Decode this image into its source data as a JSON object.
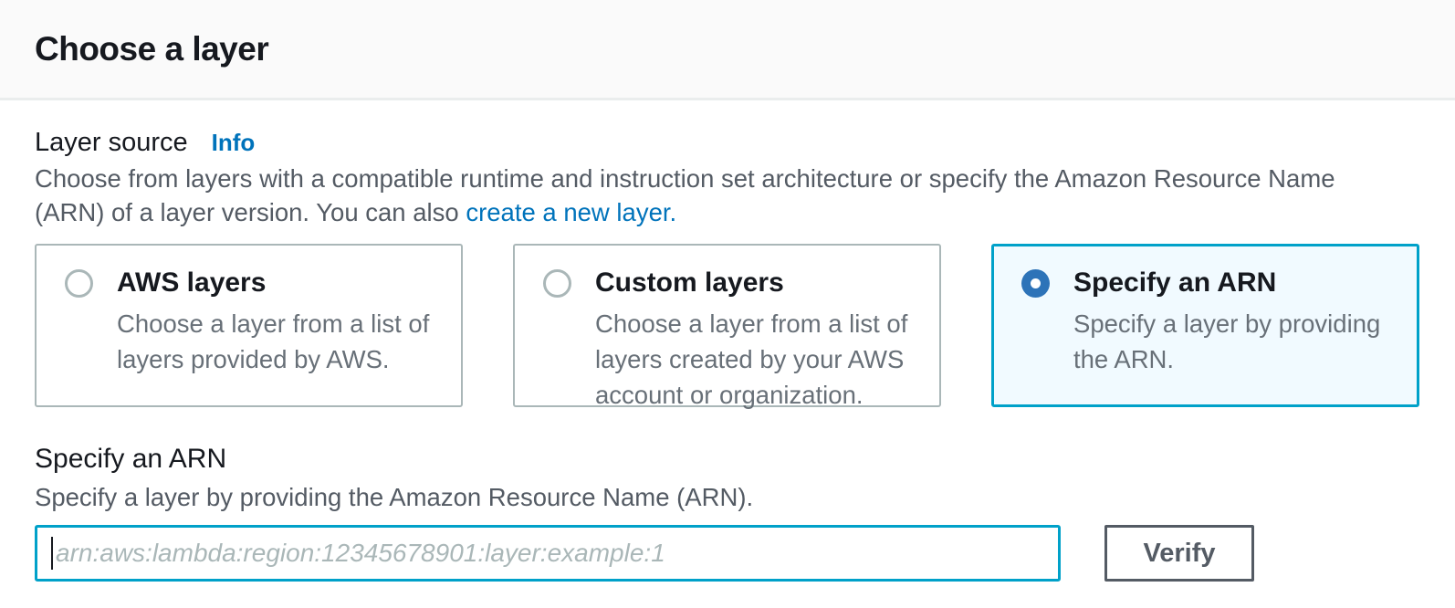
{
  "header": {
    "title": "Choose a layer"
  },
  "layer_source": {
    "label": "Layer source",
    "info_label": "Info",
    "description_before_link": "Choose from layers with a compatible runtime and instruction set architecture or specify the Amazon Resource Name (ARN) of a layer version. You can also ",
    "create_layer_link": "create a new layer."
  },
  "layer_options": {
    "cards": [
      {
        "title": "AWS layers",
        "description": "Choose a layer from a list of layers provided by AWS.",
        "selected": false
      },
      {
        "title": "Custom layers",
        "description": "Choose a layer from a list of layers created by your AWS account or organization.",
        "selected": false
      },
      {
        "title": "Specify an ARN",
        "description": "Specify a layer by providing the ARN.",
        "selected": true
      }
    ]
  },
  "arn_section": {
    "title": "Specify an ARN",
    "description": "Specify a layer by providing the Amazon Resource Name (ARN).",
    "input_value": "",
    "input_placeholder": "arn:aws:lambda:region:12345678901:layer:example:1",
    "verify_button_label": "Verify"
  },
  "colors": {
    "link_blue": "#0073bb",
    "selected_border_blue": "#00a1c9",
    "selected_card_bg": "#f1faff",
    "radio_checked_blue": "#2d73b8",
    "card_border_gray": "#aab7b8",
    "text_dark": "#16191f",
    "text_gray": "#545b64",
    "header_bg": "#fafafa",
    "divider_gray": "#eaeded"
  }
}
